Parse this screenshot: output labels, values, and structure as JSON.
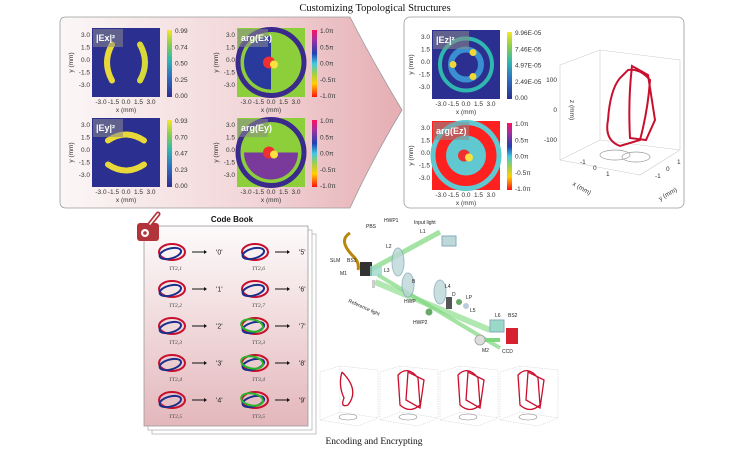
{
  "title_top": "Customizing Topological Structures",
  "title_bottom": "Encoding and Encrypting",
  "colors": {
    "panel_pink": "#e8b4b8",
    "knot_red": "#c8102e",
    "knot_blue": "#1a2f8c",
    "knot_green": "#2bb52b",
    "beam_green": "#5fd35f",
    "ccd_red": "#d62230"
  },
  "axis": {
    "ticks": [
      "3.0",
      "1.5",
      "0.0",
      "-1.5",
      "-3.0"
    ],
    "xticks": [
      "-3.0",
      "-1.5",
      "0.0",
      "1.5",
      "3.0"
    ],
    "xlabel": "x (mm)",
    "ylabel": "y (mm)"
  },
  "maps": [
    {
      "label": "|Ex|²",
      "type": "intensity",
      "colorbar": [
        "0.99",
        "0.74",
        "0.50",
        "0.25",
        "0.00"
      ]
    },
    {
      "label": "arg(Ex)",
      "type": "phase",
      "colorbar": [
        "1.0π",
        "0.5π",
        "0.0π",
        "-0.5π",
        "-1.0π"
      ]
    },
    {
      "label": "|Ey|²",
      "type": "intensity",
      "colorbar": [
        "0.93",
        "0.70",
        "0.47",
        "0.23",
        "0.00"
      ]
    },
    {
      "label": "arg(Ey)",
      "type": "phase",
      "colorbar": [
        "1.0π",
        "0.5π",
        "0.0π",
        "-0.5π",
        "-1.0π"
      ]
    },
    {
      "label": "|Ez|²",
      "type": "intensity",
      "colorbar": [
        "9.96E-05",
        "7.46E-05",
        "4.97E-05",
        "2.49E-05",
        "0.00"
      ]
    },
    {
      "label": "arg(Ez)",
      "type": "phase",
      "colorbar": [
        "1.0π",
        "0.5π",
        "0.0π",
        "-0.5π",
        "-1.0π"
      ]
    }
  ],
  "plot3d": {
    "zticks": [
      "100",
      "0",
      "-100"
    ],
    "zlabel": "z (mm)",
    "xticks": [
      "-1",
      "0",
      "1"
    ],
    "yticks": [
      "-1",
      "0",
      "1"
    ],
    "xlabel": "x (mm)",
    "ylabel": "y (mm)"
  },
  "codebook": {
    "title": "Code Book",
    "entries": [
      {
        "knot": "T2,1",
        "code": "'0'"
      },
      {
        "knot": "T2,2",
        "code": "'1'"
      },
      {
        "knot": "T2,3",
        "code": "'2'"
      },
      {
        "knot": "T2,4",
        "code": "'3'"
      },
      {
        "knot": "T2,5",
        "code": "'4'"
      },
      {
        "knot": "T2,6",
        "code": "'5'"
      },
      {
        "knot": "T2,7",
        "code": "'6'"
      },
      {
        "knot": "T3,3",
        "code": "'7'"
      },
      {
        "knot": "T3,4",
        "code": "'8'"
      },
      {
        "knot": "T3,5",
        "code": "'9'"
      }
    ]
  },
  "setup": {
    "labels": [
      "PBS",
      "HWP1",
      "Input light",
      "L1",
      "L2",
      "SLM",
      "BS1",
      "L3",
      "M1",
      "B",
      "HWP",
      "L4",
      "D",
      "LP",
      "L5",
      "Reference light",
      "HWP2",
      "L6",
      "BS2",
      "M2",
      "CCD"
    ]
  }
}
